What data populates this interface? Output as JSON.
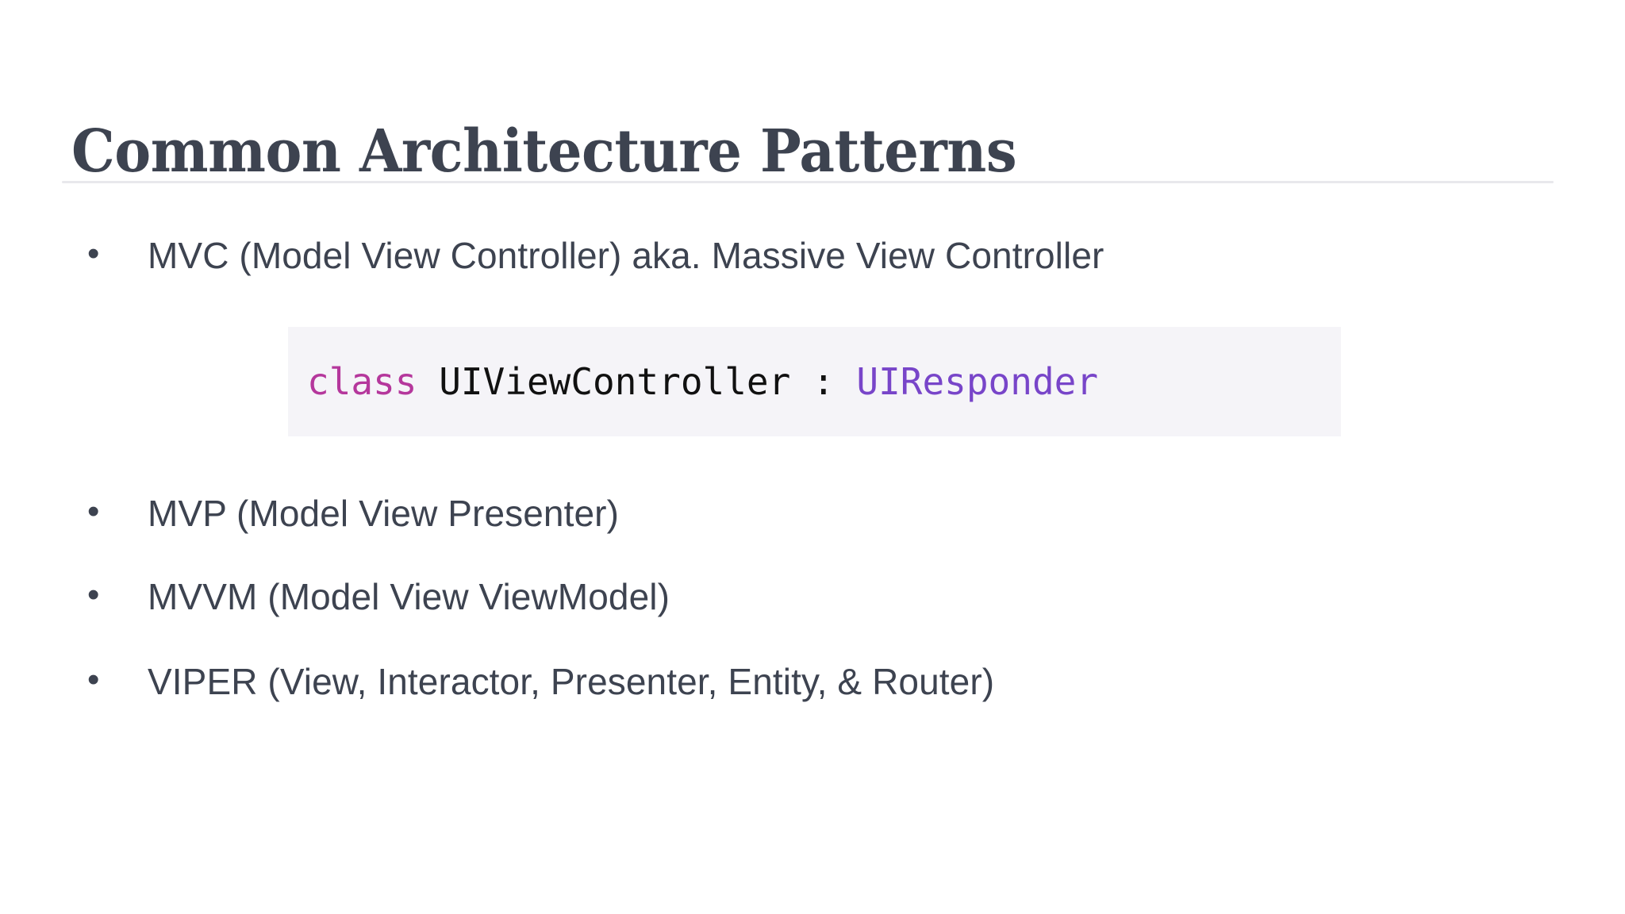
{
  "slide": {
    "title": "Common Architecture Patterns",
    "colors": {
      "text": "#3d4350",
      "rule": "#e8e8ec",
      "code_background": "#f5f4f8",
      "code_keyword": "#b5379c",
      "code_plain": "#111111",
      "code_type": "#7845c9",
      "page_background": "#ffffff"
    },
    "bullet_glyph": "•",
    "bullets": [
      {
        "id": "mvc",
        "text": "MVC (Model View Controller) aka. Massive View Controller"
      },
      {
        "id": "mvp",
        "text": "MVP (Model View Presenter)"
      },
      {
        "id": "mvvm",
        "text": "MVVM (Model View ViewModel)"
      },
      {
        "id": "viper",
        "text": "VIPER (View, Interactor, Presenter, Entity, & Router)"
      }
    ],
    "code_snippet": {
      "language": "swift",
      "full_text": "class UIViewController : UIResponder",
      "tokens": {
        "keyword": "class",
        "space1": " ",
        "class_name": "UIViewController",
        "colon": " : ",
        "super_type": "UIResponder"
      }
    }
  }
}
